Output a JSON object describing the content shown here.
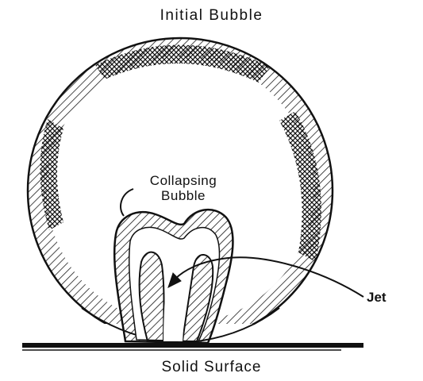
{
  "labels": {
    "initial_bubble": "Initial Bubble",
    "collapsing_line1": "Collapsing",
    "collapsing_line2": "Bubble",
    "jet": "Jet",
    "solid_surface": "Solid Surface"
  },
  "colors": {
    "ink": "#111111",
    "background": "#ffffff"
  }
}
